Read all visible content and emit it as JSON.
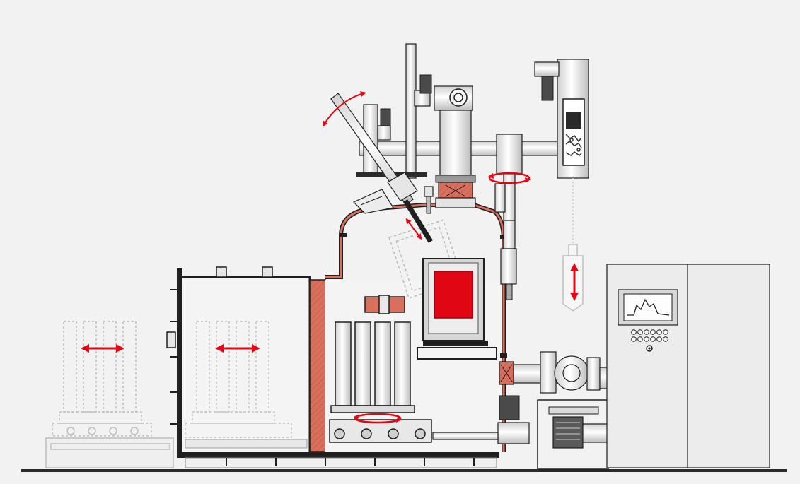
{
  "diagram": {
    "type": "vacuum induction melting and casting furnace schematic",
    "colors": {
      "background": "#f2f2f2",
      "outline": "#1f1f1f",
      "metal_light": "#e9e9e9",
      "metal_mid": "#c9c9c9",
      "chamber_wall": "#d9705e",
      "melt": "#e10613",
      "arrow": "#e30613",
      "floor": "#2a2a2a"
    },
    "motion_indicators": [
      {
        "id": "mold-transfer-left",
        "kind": "horizontal-double-arrow"
      },
      {
        "id": "mold-transfer-right",
        "kind": "horizontal-double-arrow"
      },
      {
        "id": "lance-swing",
        "kind": "curved-double-arrow"
      },
      {
        "id": "lance-feed",
        "kind": "diagonal-double-arrow"
      },
      {
        "id": "feeder-lift",
        "kind": "vertical-double-arrow"
      },
      {
        "id": "turntable-rotation",
        "kind": "circular-arrow"
      },
      {
        "id": "valve-rotation",
        "kind": "circular-arrow"
      }
    ],
    "control_panel": {
      "icon": "waveform-screen-icon",
      "buttons_rows": 2,
      "buttons_per_row": 6
    }
  }
}
